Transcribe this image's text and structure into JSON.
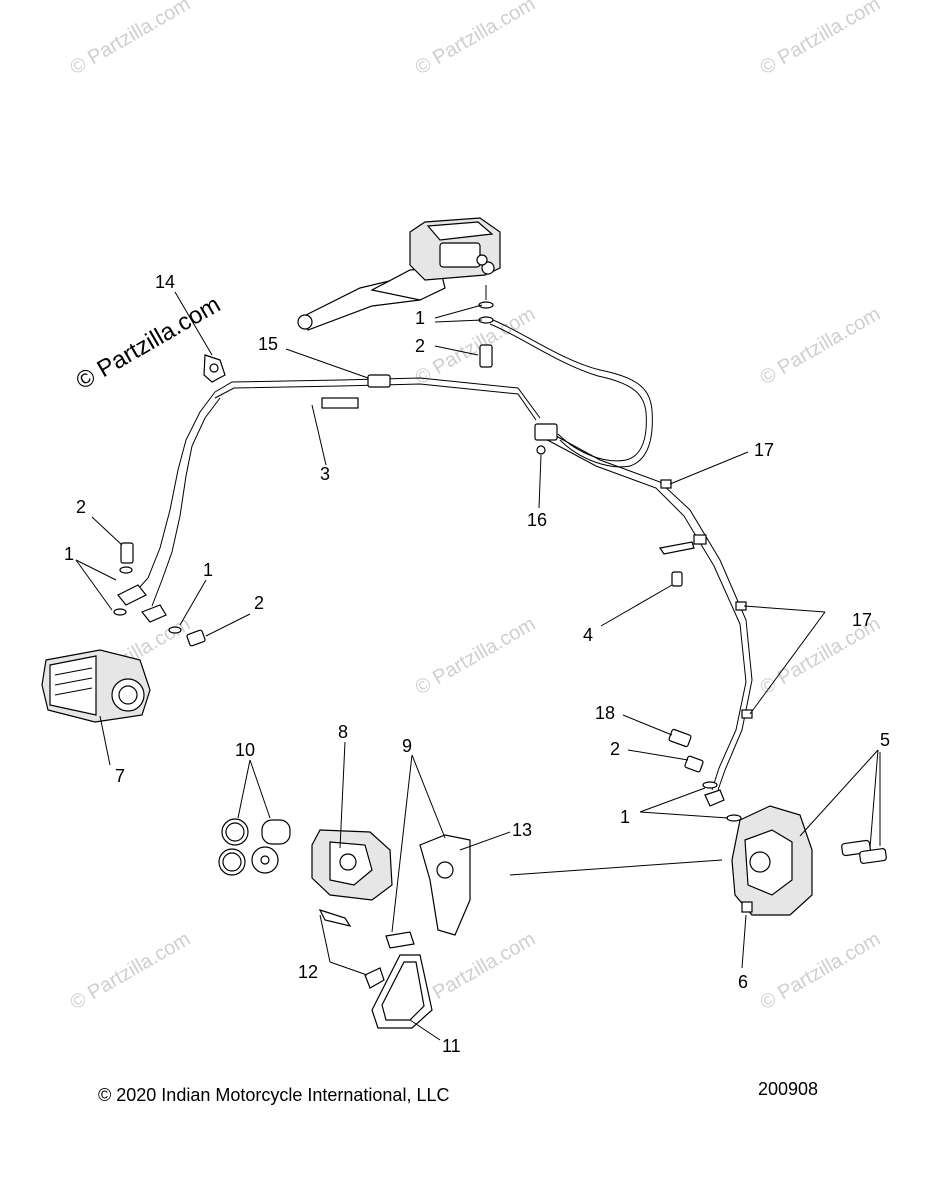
{
  "watermark": {
    "text": "© Partzilla.com",
    "brand_text": "© Partzilla.com"
  },
  "callouts": {
    "c1a": "1",
    "c1b": "1",
    "c1c": "1",
    "c1d": "1",
    "c2a": "2",
    "c2b": "2",
    "c2c": "2",
    "c2d": "2",
    "c3": "3",
    "c4": "4",
    "c5": "5",
    "c6": "6",
    "c7": "7",
    "c8": "8",
    "c9": "9",
    "c10": "10",
    "c11": "11",
    "c12": "12",
    "c13": "13",
    "c14": "14",
    "c15": "15",
    "c16": "16",
    "c17a": "17",
    "c17b": "17",
    "c18": "18"
  },
  "footer": {
    "copyright": "© 2020 Indian Motorcycle International, LLC",
    "diagram_code": "200908"
  }
}
